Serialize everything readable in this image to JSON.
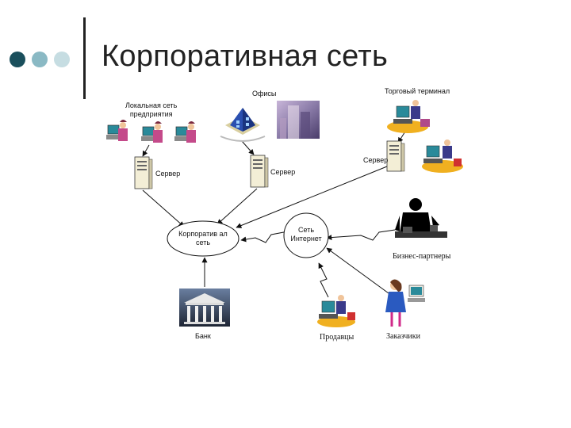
{
  "slide": {
    "title": "Корпоративная сеть"
  },
  "colors": {
    "bullet_dark": "#1a4f5c",
    "bullet_mid": "#8ab9c4",
    "bullet_light": "#c6dde2",
    "rule": "#222222"
  },
  "diagram": {
    "nodes": {
      "lan": {
        "label_line1": "Локальная сеть",
        "label_line2": "предприятия"
      },
      "server_lan": {
        "label": "Сервер"
      },
      "offices": {
        "label": "Офисы"
      },
      "server_offices": {
        "label": "Сервер"
      },
      "trade_terminal": {
        "label": "Торговый терминал"
      },
      "server_trade": {
        "label": "Сервер"
      },
      "corporate_net": {
        "label_line1": "Корпоратив ал",
        "label_line2": "сеть"
      },
      "internet": {
        "label_line1": "Сеть",
        "label_line2": "Интернет"
      },
      "bank": {
        "label": "Банк"
      },
      "partners": {
        "label": "Бизнес-партнеры"
      },
      "sellers": {
        "label": "Продавцы"
      },
      "customers": {
        "label": "Заказчики"
      }
    }
  }
}
